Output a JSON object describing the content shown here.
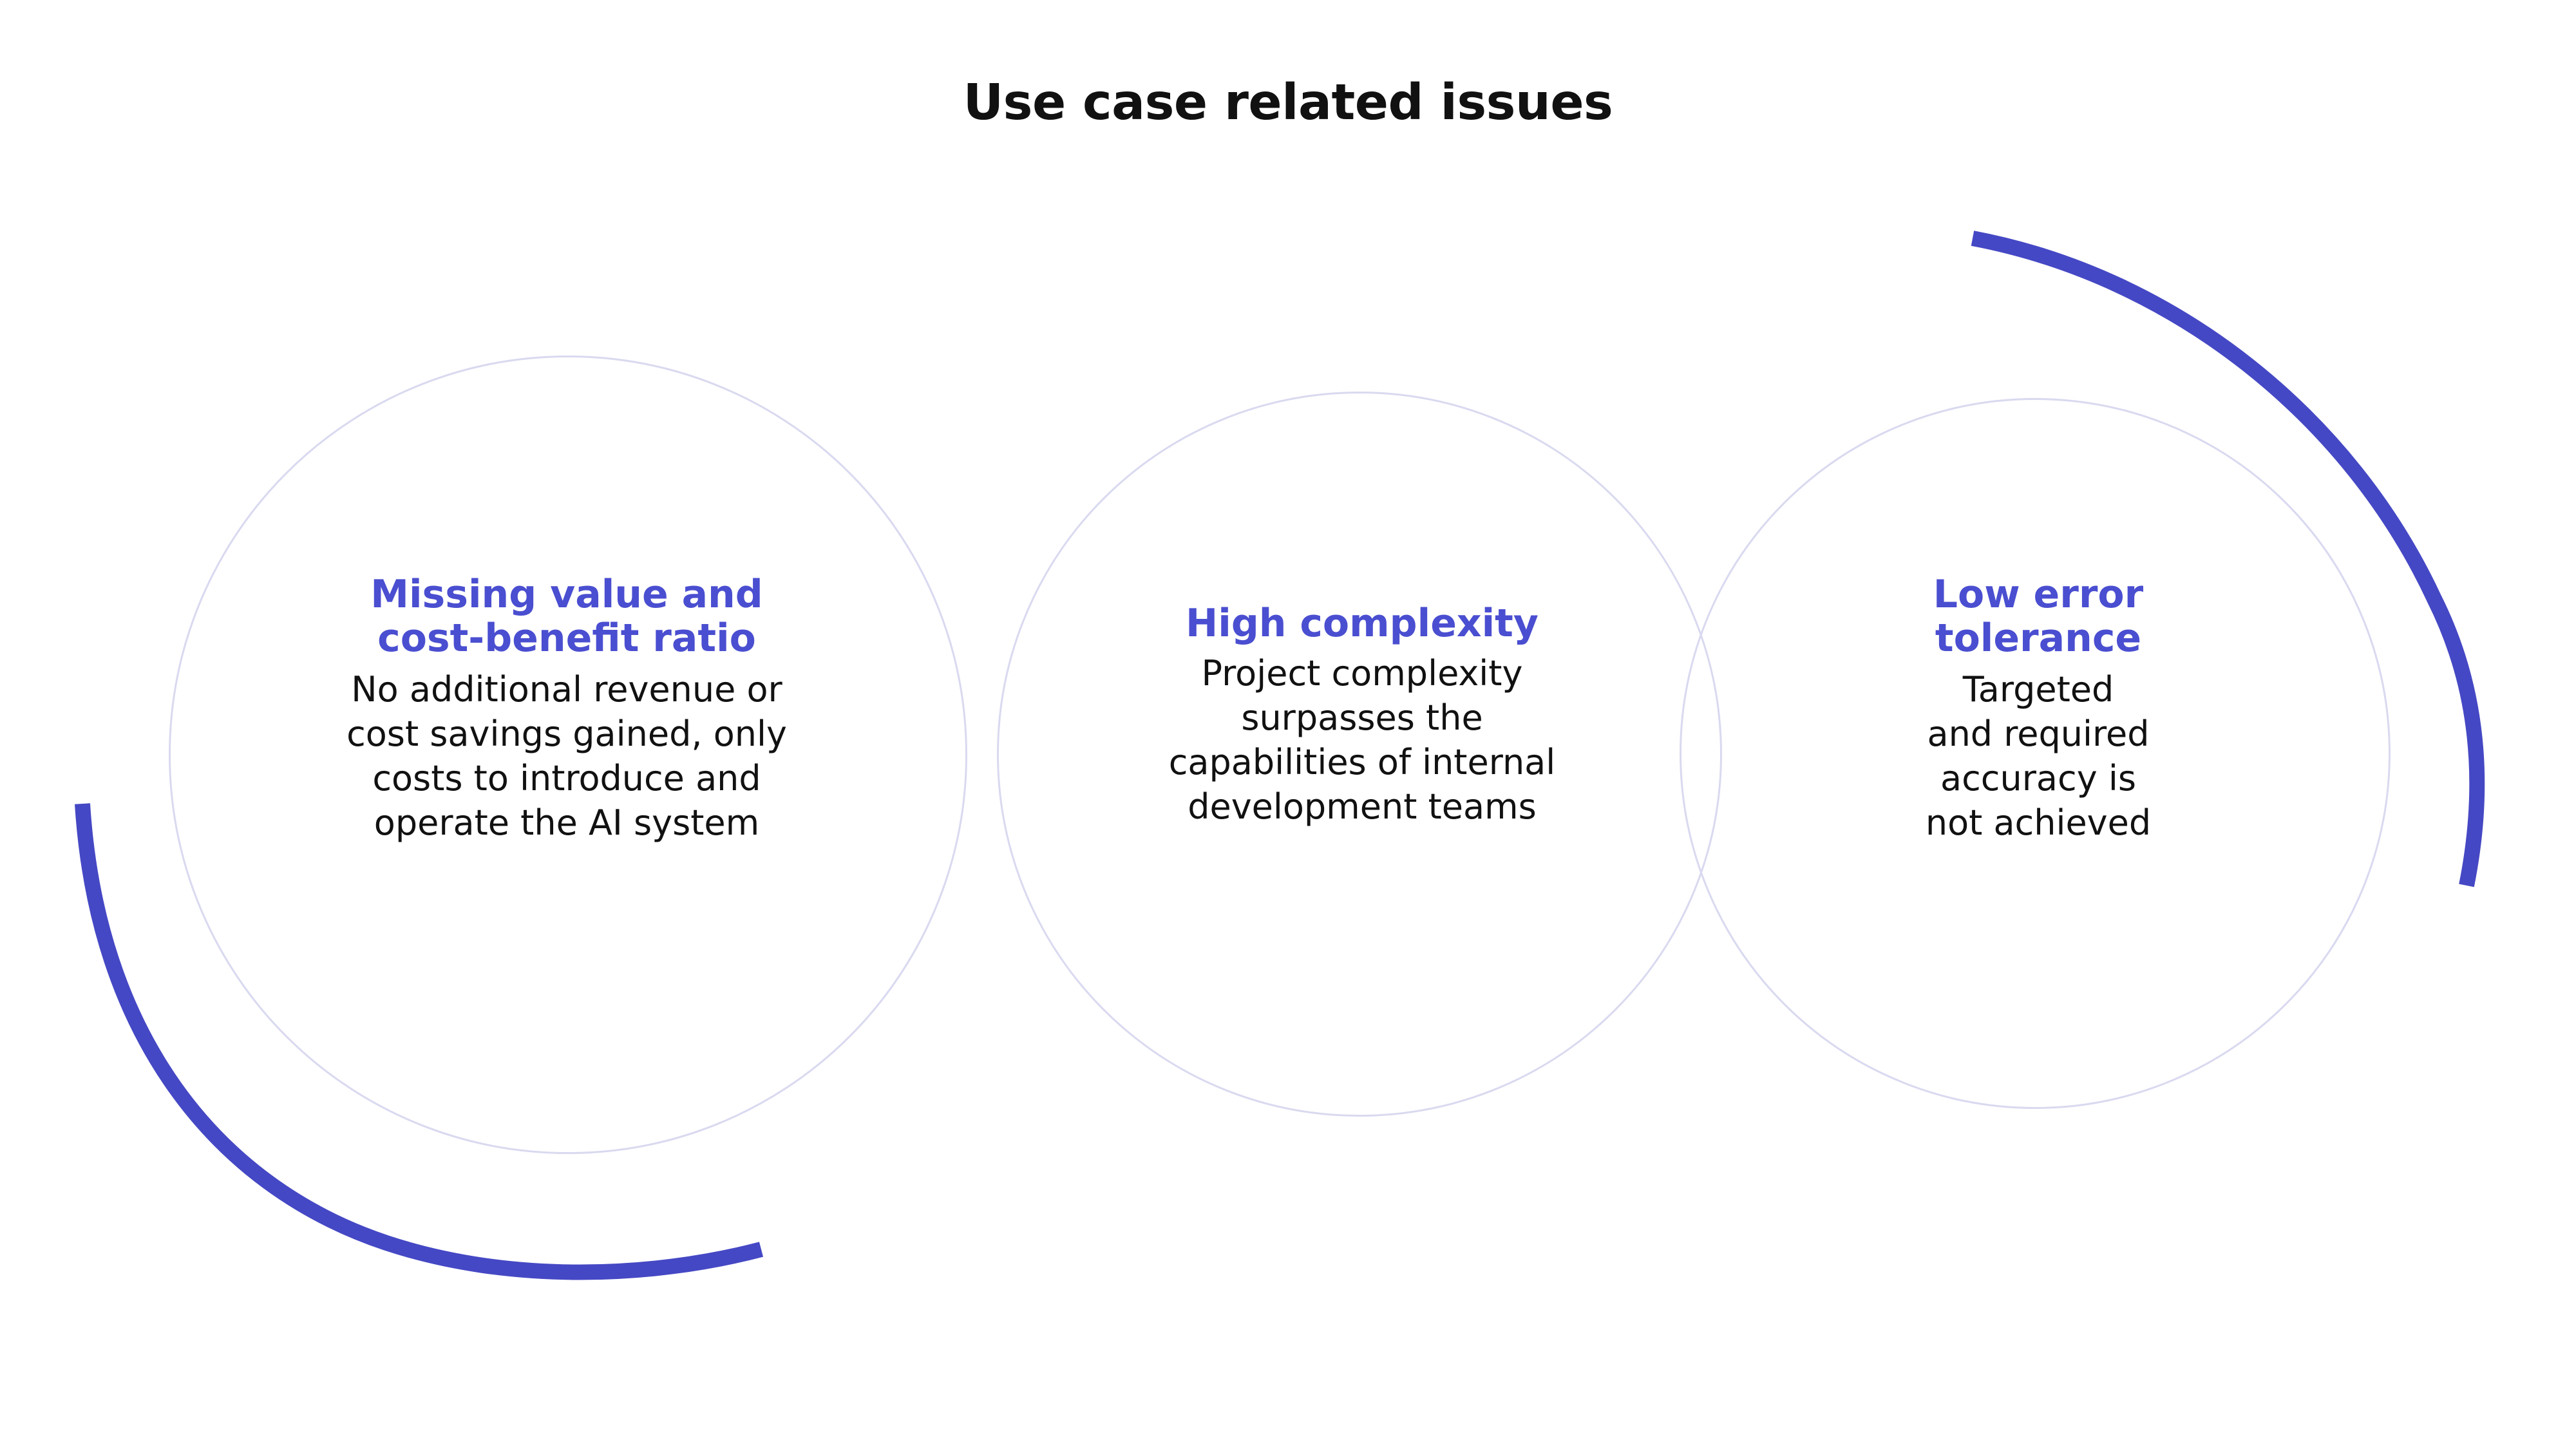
{
  "page": {
    "title": "Use case related issues",
    "background_color": "#ffffff"
  },
  "theme": {
    "accent_blue": "#4a4ed0",
    "arc_blue": "#4548c4",
    "circle_outline": "#d9d9f0",
    "body_text_color": "#111111",
    "title_color": "#111111"
  },
  "diagram": {
    "type": "three-overlapping-circles",
    "nodes": [
      {
        "id": "missing-value",
        "heading": "Missing value and\ncost-benefit ratio",
        "body": "No additional revenue or\ncost savings gained, only\ncosts to introduce and\noperate the AI system"
      },
      {
        "id": "high-complexity",
        "heading": "High complexity",
        "body": "Project complexity\nsurpasses the\ncapabilities of internal\ndevelopment teams"
      },
      {
        "id": "low-error-tolerance",
        "heading": "Low error\ntolerance",
        "body": "Targeted\nand required\naccuracy is\nnot achieved"
      }
    ]
  },
  "decorations": {
    "left_arc": {
      "name": "left-accent-arc",
      "color": "#4548c4",
      "stroke_width": 24
    },
    "right_arc": {
      "name": "right-accent-arc",
      "color": "#4548c4",
      "stroke_width": 24
    }
  }
}
